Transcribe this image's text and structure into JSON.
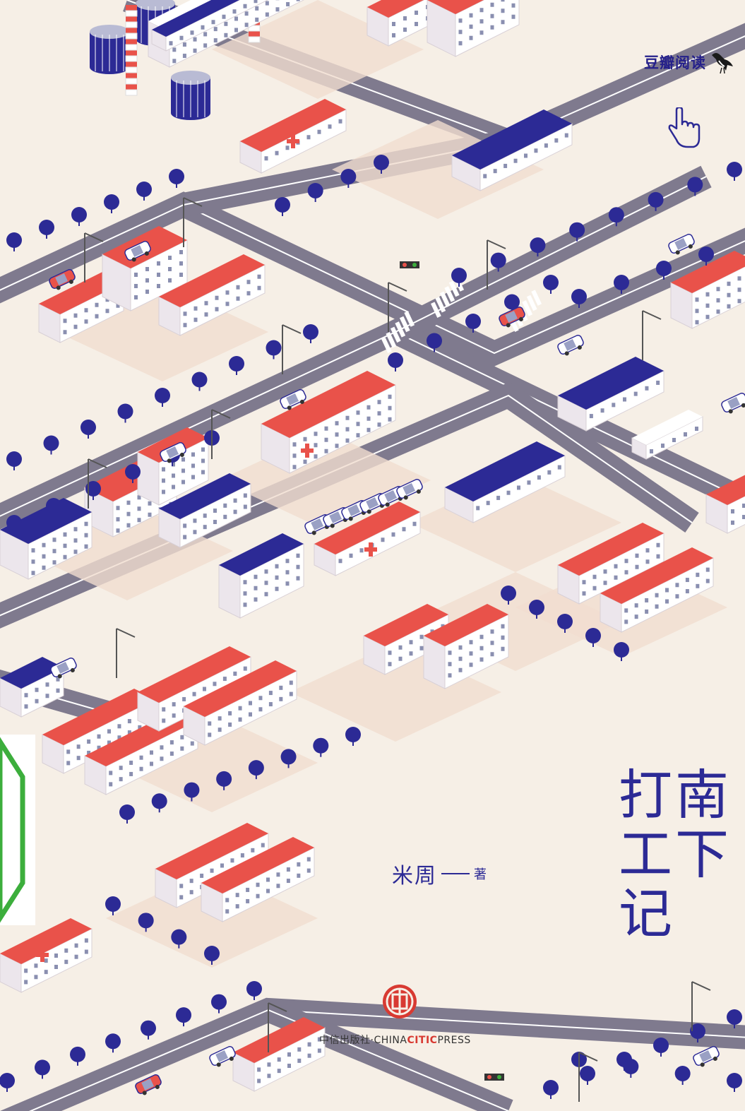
{
  "brand": {
    "name": "豆瓣阅读"
  },
  "book": {
    "title_col1": "南下",
    "title_col2": "打工记",
    "author": "米周",
    "author_role": "著"
  },
  "publisher": {
    "cn": "中信出版社",
    "sep": "·",
    "en_pre": "CHINA",
    "en_mid": "CITIC",
    "en_post": "PRESS"
  },
  "icons": [
    "bird-icon",
    "pointing-hand-icon",
    "citic-logo-icon",
    "red-cross-icon",
    "traffic-light-icon"
  ],
  "colors": {
    "background": "#f6efe6",
    "road": "#7f7a8e",
    "roof_red": "#e9524a",
    "navy": "#2c2a95",
    "tree": "#2c2a95",
    "building_wall": "#ffffff",
    "accent_green": "#3cae3c"
  }
}
